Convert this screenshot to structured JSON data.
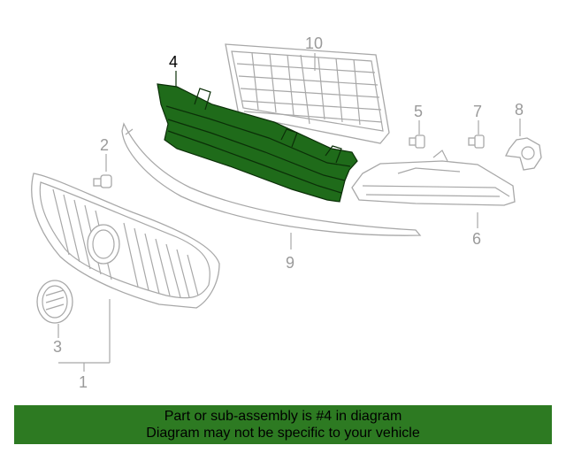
{
  "callouts": {
    "c1": "1",
    "c2": "2",
    "c3": "3",
    "c4": "4",
    "c5": "5",
    "c6": "6",
    "c7": "7",
    "c8": "8",
    "c9": "9",
    "c10": "10"
  },
  "highlight_color": "#1f6b1a",
  "banner": {
    "line1": "Part or sub-assembly is #4 in diagram",
    "line2": "Diagram may not be specific to your vehicle",
    "color": "#2d7a22"
  }
}
